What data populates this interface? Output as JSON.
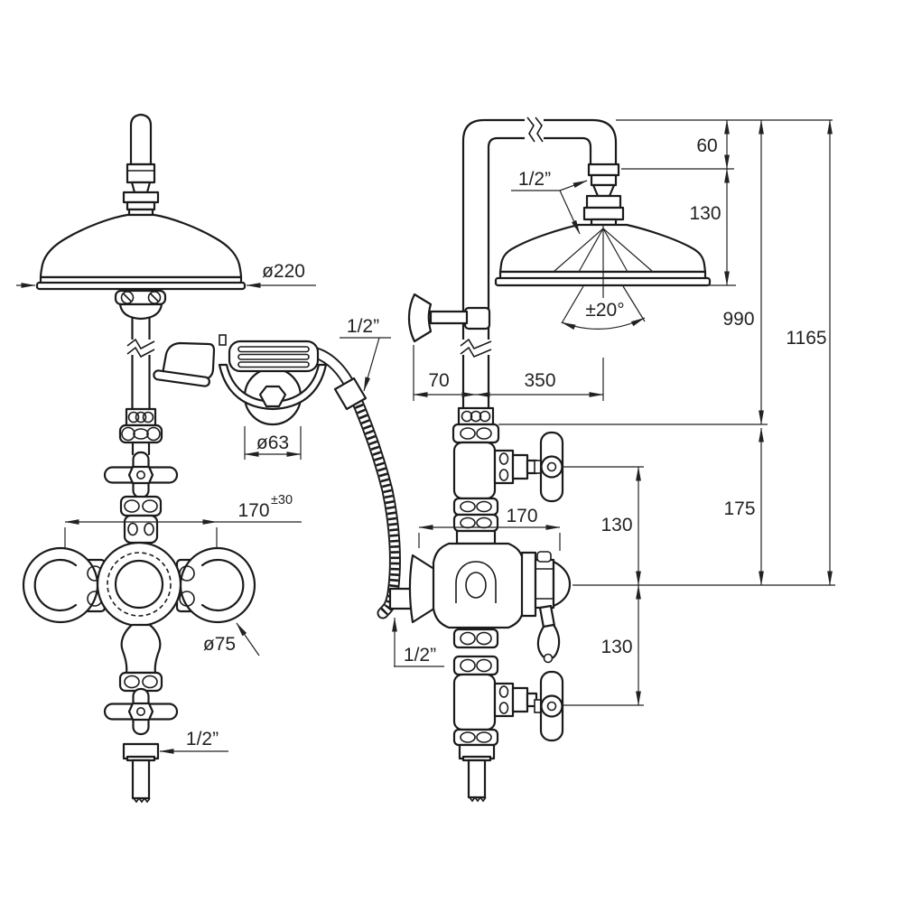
{
  "colors": {
    "background": "#ffffff",
    "lines": "#1b1b1b",
    "dimensions": "#222222"
  },
  "labels": {
    "front": {
      "head_diameter": "ø220",
      "hose_connection": "1/2”",
      "cradle_diameter": "ø63",
      "handle_centers": "170",
      "handle_centers_tolerance": "±30",
      "knob_diameter": "ø75",
      "bottom_connection": "1/2”"
    },
    "side": {
      "head_connection": "1/2”",
      "head_top_offset": "60",
      "head_height": "130",
      "riser_height": "990",
      "total_height": "1165",
      "spray_angle": "±20°",
      "wall_clearance": "70",
      "head_projection": "350",
      "body_projection": "170",
      "upper_handle_spacing": "130",
      "valve_drop": "175",
      "lower_handle_spacing": "130",
      "supply_connection": "1/2”"
    }
  }
}
